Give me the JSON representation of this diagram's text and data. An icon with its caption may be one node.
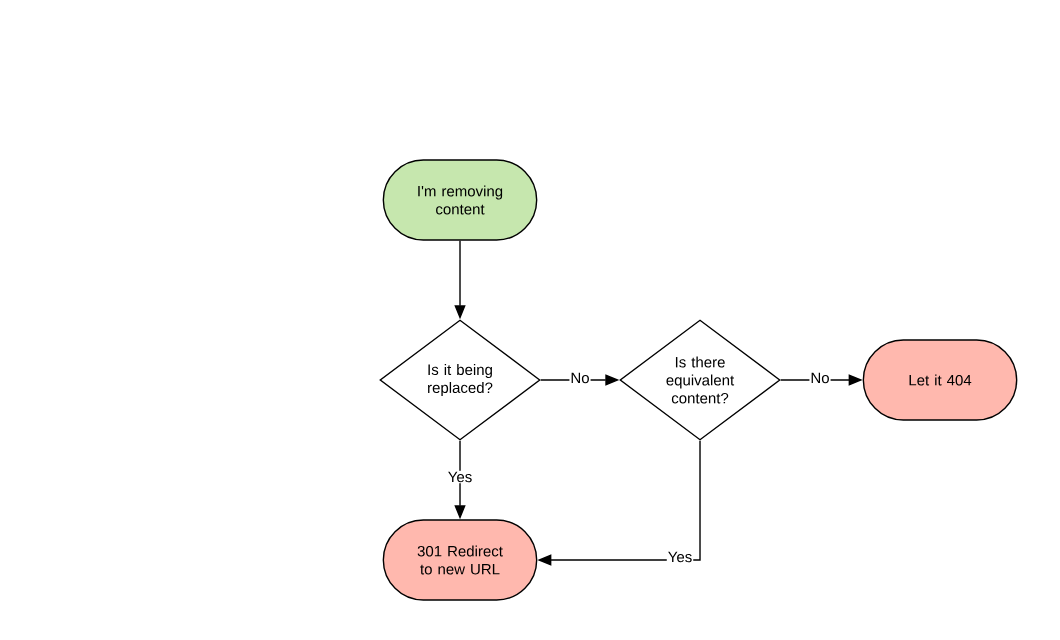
{
  "diagram": {
    "nodes": [
      {
        "text": [
          "I'm removing content"
        ]
      },
      {
        "text": [
          "Is it being replaced?"
        ]
      },
      {
        "text": [
          "Is there equivalent content?"
        ]
      },
      {
        "text": [
          "Let it 404"
        ]
      },
      {
        "text": [
          "301 Redirect to new URL"
        ]
      }
    ],
    "edges": [
      {
        "from": 0,
        "to": 1,
        "arrow": "to"
      },
      {
        "from": 1,
        "to": 2,
        "arrow": "to",
        "label": "No"
      },
      {
        "from": 2,
        "to": 3,
        "arrow": "to",
        "label": "No"
      },
      {
        "from": 1,
        "to": 4,
        "arrow": "to",
        "label": "Yes"
      },
      {
        "from": 2,
        "to": 4,
        "arrow": "to",
        "label": "Yes"
      }
    ]
  }
}
